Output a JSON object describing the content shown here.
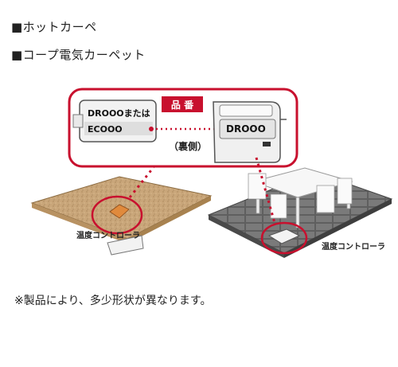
{
  "headings": {
    "item1": "■ホットカーペ",
    "item2": "■コープ電気カーペット"
  },
  "callout": {
    "left_model_line1": "DROOOまたは",
    "left_model_line2": "ECOOO",
    "badge": "品 番",
    "back_side": "（裏側）",
    "right_model": "DROOO"
  },
  "labels": {
    "left_controller": "温度コントローラ",
    "right_controller": "温度コントローラ"
  },
  "note": "※製品により、多少形状が異なります。",
  "colors": {
    "accent_red": "#c8102e",
    "carpet_beige": "#c9a67a",
    "floor_gray": "#6b6b6b"
  }
}
